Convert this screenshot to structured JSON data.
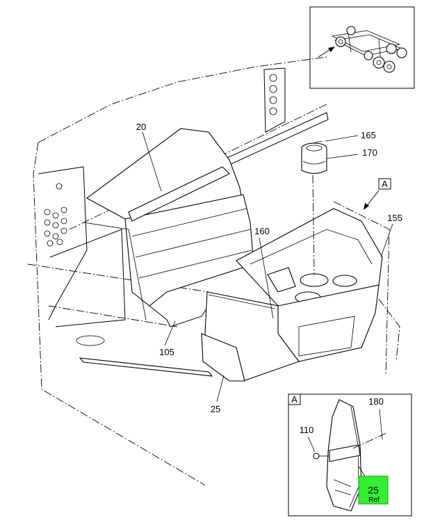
{
  "callouts": {
    "c20": "20",
    "c165": "165",
    "c170": "170",
    "c155": "155",
    "c160": "160",
    "c105": "105",
    "c25": "25",
    "c180": "180",
    "c110": "110"
  },
  "view_marker": {
    "main": "A",
    "detail": "A"
  },
  "reference_badge": {
    "number": "25",
    "text": "Ref",
    "color": "#33ee33"
  },
  "icons": {
    "locator_arrow": "arrow-icon",
    "chassis": "truck-chassis-icon"
  }
}
